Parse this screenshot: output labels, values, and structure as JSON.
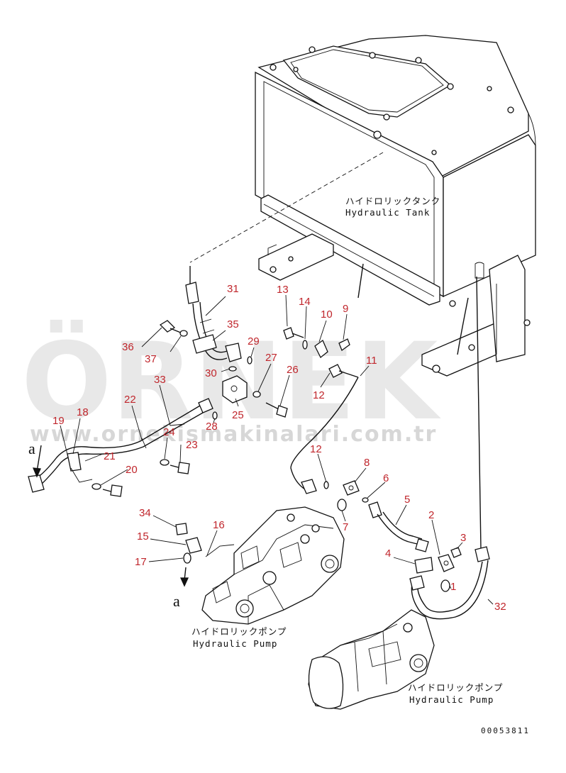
{
  "components": {
    "tank": {
      "jp": "ハイドロリックタンク",
      "en": "Hydraulic Tank"
    },
    "pump_left": {
      "jp": "ハイドロリックポンプ",
      "en": "Hydraulic Pump"
    },
    "pump_right": {
      "jp": "ハイドロリックポンプ",
      "en": "Hydraulic Pump"
    }
  },
  "view_letters": [
    "a",
    "a"
  ],
  "watermark": {
    "brand": "ÖRNEK",
    "url": "www.ornekismakinalari.com.tr"
  },
  "doc_number": "00053811",
  "callouts": [
    {
      "id": "c31",
      "text": "31"
    },
    {
      "id": "c35",
      "text": "35"
    },
    {
      "id": "c36",
      "text": "36"
    },
    {
      "id": "c37",
      "text": "37"
    },
    {
      "id": "c33",
      "text": "33"
    },
    {
      "id": "c30",
      "text": "30"
    },
    {
      "id": "c29",
      "text": "29"
    },
    {
      "id": "c27",
      "text": "27"
    },
    {
      "id": "c26",
      "text": "26"
    },
    {
      "id": "c25",
      "text": "25"
    },
    {
      "id": "c28",
      "text": "28"
    },
    {
      "id": "c22",
      "text": "22"
    },
    {
      "id": "c24",
      "text": "24"
    },
    {
      "id": "c23",
      "text": "23"
    },
    {
      "id": "c18",
      "text": "18"
    },
    {
      "id": "c19",
      "text": "19"
    },
    {
      "id": "c21",
      "text": "21"
    },
    {
      "id": "c20",
      "text": "20"
    },
    {
      "id": "c13",
      "text": "13"
    },
    {
      "id": "c14",
      "text": "14"
    },
    {
      "id": "c10",
      "text": "10"
    },
    {
      "id": "c9",
      "text": "9"
    },
    {
      "id": "c12a",
      "text": "12"
    },
    {
      "id": "c11",
      "text": "11"
    },
    {
      "id": "c12b",
      "text": "12"
    },
    {
      "id": "c8",
      "text": "8"
    },
    {
      "id": "c6",
      "text": "6"
    },
    {
      "id": "c7",
      "text": "7"
    },
    {
      "id": "c5",
      "text": "5"
    },
    {
      "id": "c2",
      "text": "2"
    },
    {
      "id": "c3",
      "text": "3"
    },
    {
      "id": "c4",
      "text": "4"
    },
    {
      "id": "c1",
      "text": "1"
    },
    {
      "id": "c32",
      "text": "32"
    },
    {
      "id": "c34",
      "text": "34"
    },
    {
      "id": "c15",
      "text": "15"
    },
    {
      "id": "c16",
      "text": "16"
    },
    {
      "id": "c17",
      "text": "17"
    }
  ]
}
